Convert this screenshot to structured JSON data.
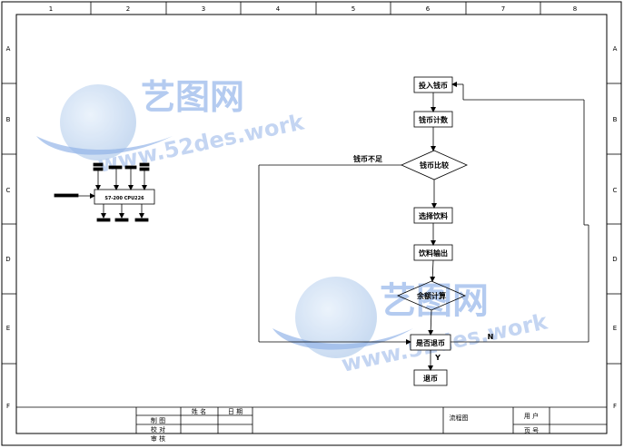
{
  "frame": {
    "col_labels": [
      "1",
      "2",
      "3",
      "4",
      "5",
      "6",
      "7",
      "8"
    ],
    "row_labels": [
      "A",
      "B",
      "C",
      "D",
      "E",
      "F"
    ]
  },
  "watermark": {
    "brand": "艺图网",
    "url": "www.52des.work"
  },
  "plc": {
    "label": "S7-200 CPU226"
  },
  "flowchart": {
    "insert_coin": "投入钱币",
    "count_coin": "钱币计数",
    "compare_coin": "钱币比较",
    "insufficient": "钱币不足",
    "select_drink": "选择饮料",
    "dispense_drink": "饮料输出",
    "balance_calc": "余额计算",
    "refund_check": "是否退币",
    "n_label": "N",
    "y_label": "Y",
    "refund": "退币"
  },
  "title_block": {
    "name_header": "姓 名",
    "date_header": "日 期",
    "draw": "制 图",
    "check": "校 对",
    "review": "审 核",
    "drawing_name": "流程图",
    "client": "用 户",
    "page_no": "页 号"
  }
}
